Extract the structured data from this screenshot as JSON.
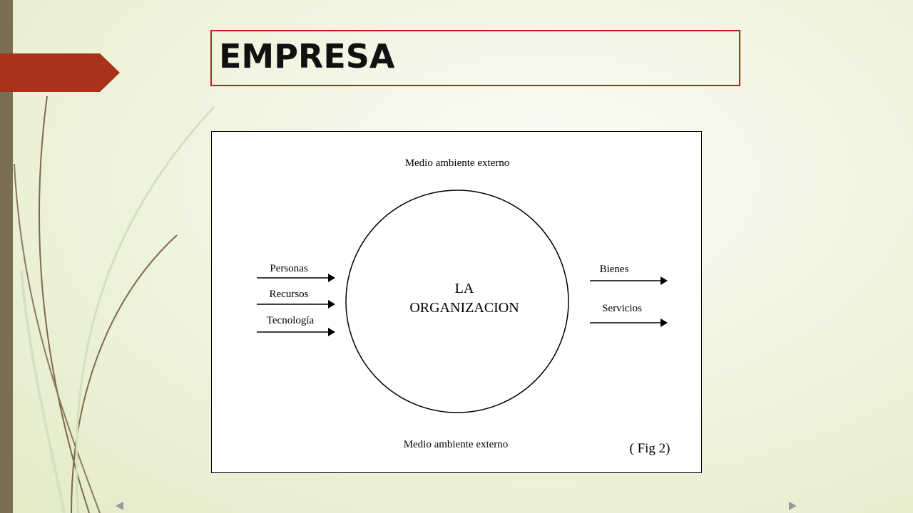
{
  "slide": {
    "title": "EMPRESA",
    "accent_color": "#a8321a",
    "border_color": "#c0201a"
  },
  "diagram": {
    "top_label": "Medio ambiente externo",
    "bottom_label": "Medio ambiente externo",
    "center_line1": "LA",
    "center_line2": "ORGANIZACION",
    "inputs": [
      "Personas",
      "Recursos",
      "Tecnología"
    ],
    "outputs": [
      "Bienes",
      "Servicios"
    ],
    "caption": "( Fig 2)"
  },
  "nav": {
    "prev_icon": "triangle-left-icon",
    "next_icon": "triangle-right-icon"
  }
}
